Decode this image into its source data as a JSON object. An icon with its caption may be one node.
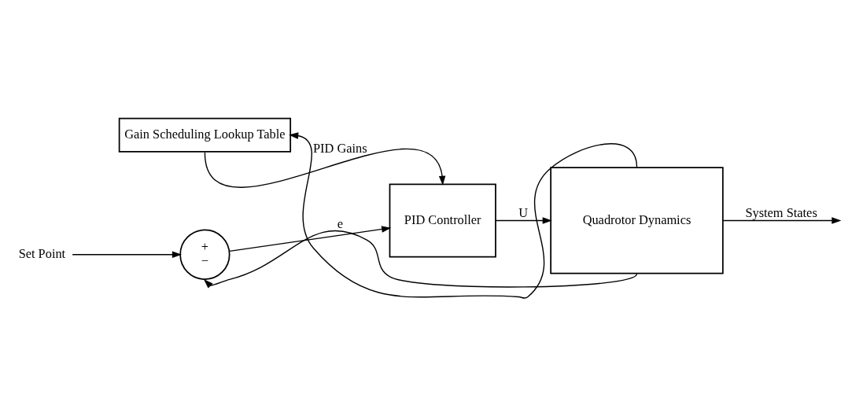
{
  "diagram": {
    "nodes": [
      {
        "text": [
          "Set Point"
        ]
      },
      {
        "text": [
          "+",
          "−"
        ]
      },
      {
        "text": [
          "PID Controller"
        ]
      },
      {
        "text": [
          "Gain Scheduling Lookup Table"
        ]
      },
      {
        "text": [
          "Quadrotor Dynamics"
        ]
      }
    ],
    "edges": [
      {
        "from": 0,
        "to": 1,
        "arrow": "to"
      },
      {
        "from": 1,
        "to": 2,
        "arrow": "to",
        "label": "e"
      },
      {
        "from": 3,
        "to": 2,
        "arrow": "to",
        "label": "PID Gains"
      },
      {
        "from": 2,
        "to": 4,
        "arrow": "to",
        "label": "U"
      },
      {
        "from": 4,
        "to": 3,
        "arrow": "to"
      },
      {
        "from": 4,
        "to": null,
        "arrow": "to",
        "label": "System States"
      },
      {
        "from": 4,
        "to": 1,
        "arrow": "to"
      }
    ]
  }
}
